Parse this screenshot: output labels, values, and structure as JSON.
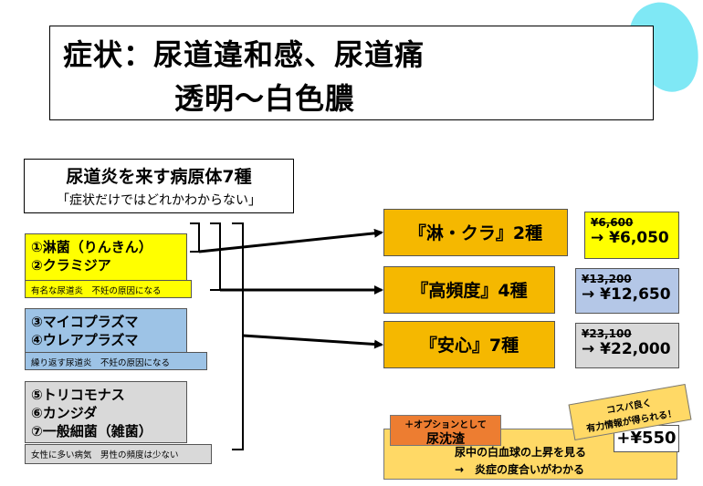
{
  "title": {
    "line1": "症状：尿道違和感、尿道痛",
    "line2": "透明〜白色膿"
  },
  "pathogens": {
    "heading": "尿道炎を来す病原体7種",
    "subheading": "「症状だけではどれかわからない」"
  },
  "groups": [
    {
      "items": [
        "①淋菌（りんきん）",
        "②クラミジア"
      ],
      "note": "有名な尿道炎　不妊の原因になる",
      "color": "#ffff00"
    },
    {
      "items": [
        "③マイコプラズマ",
        "④ウレアプラズマ"
      ],
      "note": "繰り返す尿道炎　不妊の原因になる",
      "color": "#9dc3e6"
    },
    {
      "items": [
        "⑤トリコモナス",
        "⑥カンジダ",
        "⑦一般細菌（雑菌）"
      ],
      "note": "女性に多い病気　男性の頻度は少ない",
      "color": "#d9d9d9"
    }
  ],
  "tests": [
    {
      "label": "『淋・クラ』2種",
      "old_price": "¥6,600",
      "new_price": "→ ¥6,050",
      "price_color": "#ffff00"
    },
    {
      "label": "『高頻度』4種",
      "old_price": "¥13,200",
      "new_price": "→ ¥12,650",
      "price_color": "#b4c7e7"
    },
    {
      "label": "『安心』7種",
      "old_price": "¥23,100",
      "new_price": "→ ¥22,000",
      "price_color": "#d9d9d9"
    }
  ],
  "option": {
    "tag_line1": "＋オプションとして",
    "tag_line2": "尿沈渣",
    "desc_line1": "尿中の白血球の上昇を見る",
    "desc_line2": "→　炎症の度合いがわかる",
    "price": "+¥550",
    "callout_line1": "コスパ良く",
    "callout_line2": "有力情報が得られる！"
  },
  "colors": {
    "category_fill": "#f5b800",
    "accent_blob": "#7fe8f5",
    "option_fill": "#ffd966",
    "option_tag": "#ed7d31"
  }
}
